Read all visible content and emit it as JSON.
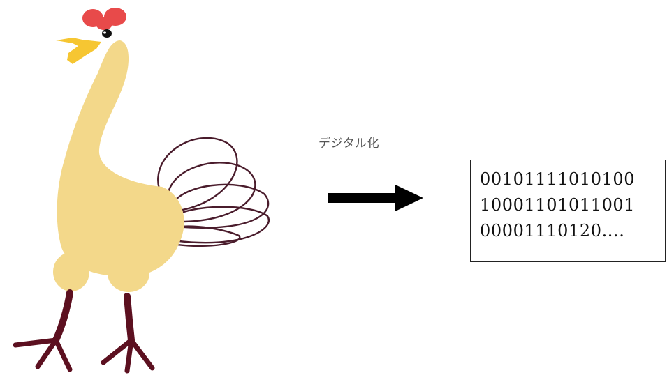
{
  "diagram": {
    "arrow_label": "デジタル化",
    "binary_lines": [
      "00101111010100",
      "10001101011001",
      "00001110120...."
    ]
  },
  "colors": {
    "body": "#f3d88a",
    "comb": "#e84a4a",
    "beak": "#f6c632",
    "tail": "#4a1c2c",
    "legs": "#5c1020",
    "eye": "#111111",
    "arrow": "#000000",
    "caption": "#555555"
  },
  "icons": {
    "chicken": "chicken-illustration",
    "arrow": "right-arrow-icon"
  }
}
